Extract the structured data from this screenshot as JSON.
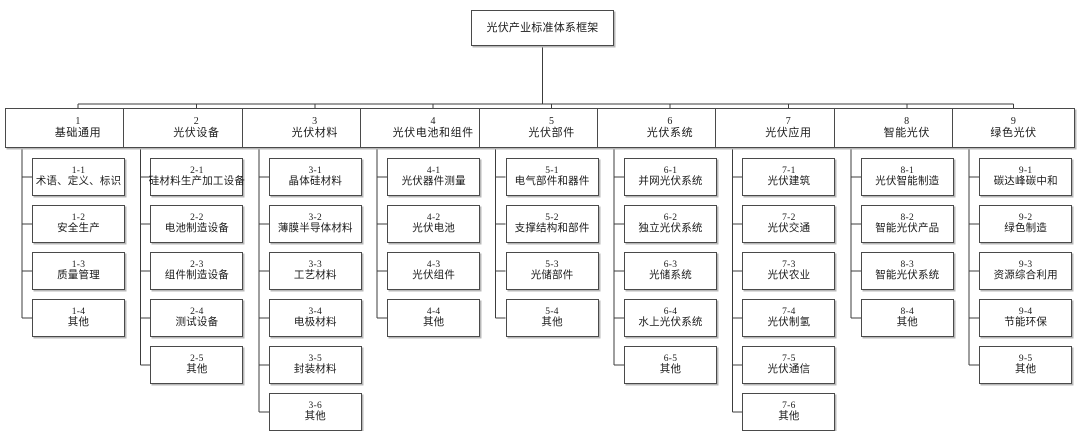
{
  "diagram": {
    "title": "光伏产业标准体系框架",
    "style": {
      "box_border": "#4a4a4a",
      "box_shadow": "#b8b8b8",
      "line_color": "#3c3c3c",
      "background": "#ffffff"
    },
    "root": {
      "label": "光伏产业标准体系框架"
    },
    "columns": [
      {
        "code": "1",
        "label": "基础通用",
        "children": [
          {
            "code": "1-1",
            "label": "术语、定义、标识"
          },
          {
            "code": "1-2",
            "label": "安全生产"
          },
          {
            "code": "1-3",
            "label": "质量管理"
          },
          {
            "code": "1-4",
            "label": "其他"
          }
        ]
      },
      {
        "code": "2",
        "label": "光伏设备",
        "children": [
          {
            "code": "2-1",
            "label": "硅材料生产加工设备"
          },
          {
            "code": "2-2",
            "label": "电池制造设备"
          },
          {
            "code": "2-3",
            "label": "组件制造设备"
          },
          {
            "code": "2-4",
            "label": "测试设备"
          },
          {
            "code": "2-5",
            "label": "其他"
          }
        ]
      },
      {
        "code": "3",
        "label": "光伏材料",
        "children": [
          {
            "code": "3-1",
            "label": "晶体硅材料"
          },
          {
            "code": "3-2",
            "label": "薄膜半导体材料"
          },
          {
            "code": "3-3",
            "label": "工艺材料"
          },
          {
            "code": "3-4",
            "label": "电极材料"
          },
          {
            "code": "3-5",
            "label": "封装材料"
          },
          {
            "code": "3-6",
            "label": "其他"
          }
        ]
      },
      {
        "code": "4",
        "label": "光伏电池和组件",
        "children": [
          {
            "code": "4-1",
            "label": "光伏器件测量"
          },
          {
            "code": "4-2",
            "label": "光伏电池"
          },
          {
            "code": "4-3",
            "label": "光伏组件"
          },
          {
            "code": "4-4",
            "label": "其他"
          }
        ]
      },
      {
        "code": "5",
        "label": "光伏部件",
        "children": [
          {
            "code": "5-1",
            "label": "电气部件和器件"
          },
          {
            "code": "5-2",
            "label": "支撑结构和部件"
          },
          {
            "code": "5-3",
            "label": "光储部件"
          },
          {
            "code": "5-4",
            "label": "其他"
          }
        ]
      },
      {
        "code": "6",
        "label": "光伏系统",
        "children": [
          {
            "code": "6-1",
            "label": "并网光伏系统"
          },
          {
            "code": "6-2",
            "label": "独立光伏系统"
          },
          {
            "code": "6-3",
            "label": "光储系统"
          },
          {
            "code": "6-4",
            "label": "水上光伏系统"
          },
          {
            "code": "6-5",
            "label": "其他"
          }
        ]
      },
      {
        "code": "7",
        "label": "光伏应用",
        "children": [
          {
            "code": "7-1",
            "label": "光伏建筑"
          },
          {
            "code": "7-2",
            "label": "光伏交通"
          },
          {
            "code": "7-3",
            "label": "光伏农业"
          },
          {
            "code": "7-4",
            "label": "光伏制氢"
          },
          {
            "code": "7-5",
            "label": "光伏通信"
          },
          {
            "code": "7-6",
            "label": "其他"
          }
        ]
      },
      {
        "code": "8",
        "label": "智能光伏",
        "children": [
          {
            "code": "8-1",
            "label": "光伏智能制造"
          },
          {
            "code": "8-2",
            "label": "智能光伏产品"
          },
          {
            "code": "8-3",
            "label": "智能光伏系统"
          },
          {
            "code": "8-4",
            "label": "其他"
          }
        ]
      },
      {
        "code": "9",
        "label": "绿色光伏",
        "children": [
          {
            "code": "9-1",
            "label": "碳达峰碳中和"
          },
          {
            "code": "9-2",
            "label": "绿色制造"
          },
          {
            "code": "9-3",
            "label": "资源综合利用"
          },
          {
            "code": "9-4",
            "label": "节能环保"
          },
          {
            "code": "9-5",
            "label": "其他"
          }
        ]
      }
    ]
  }
}
